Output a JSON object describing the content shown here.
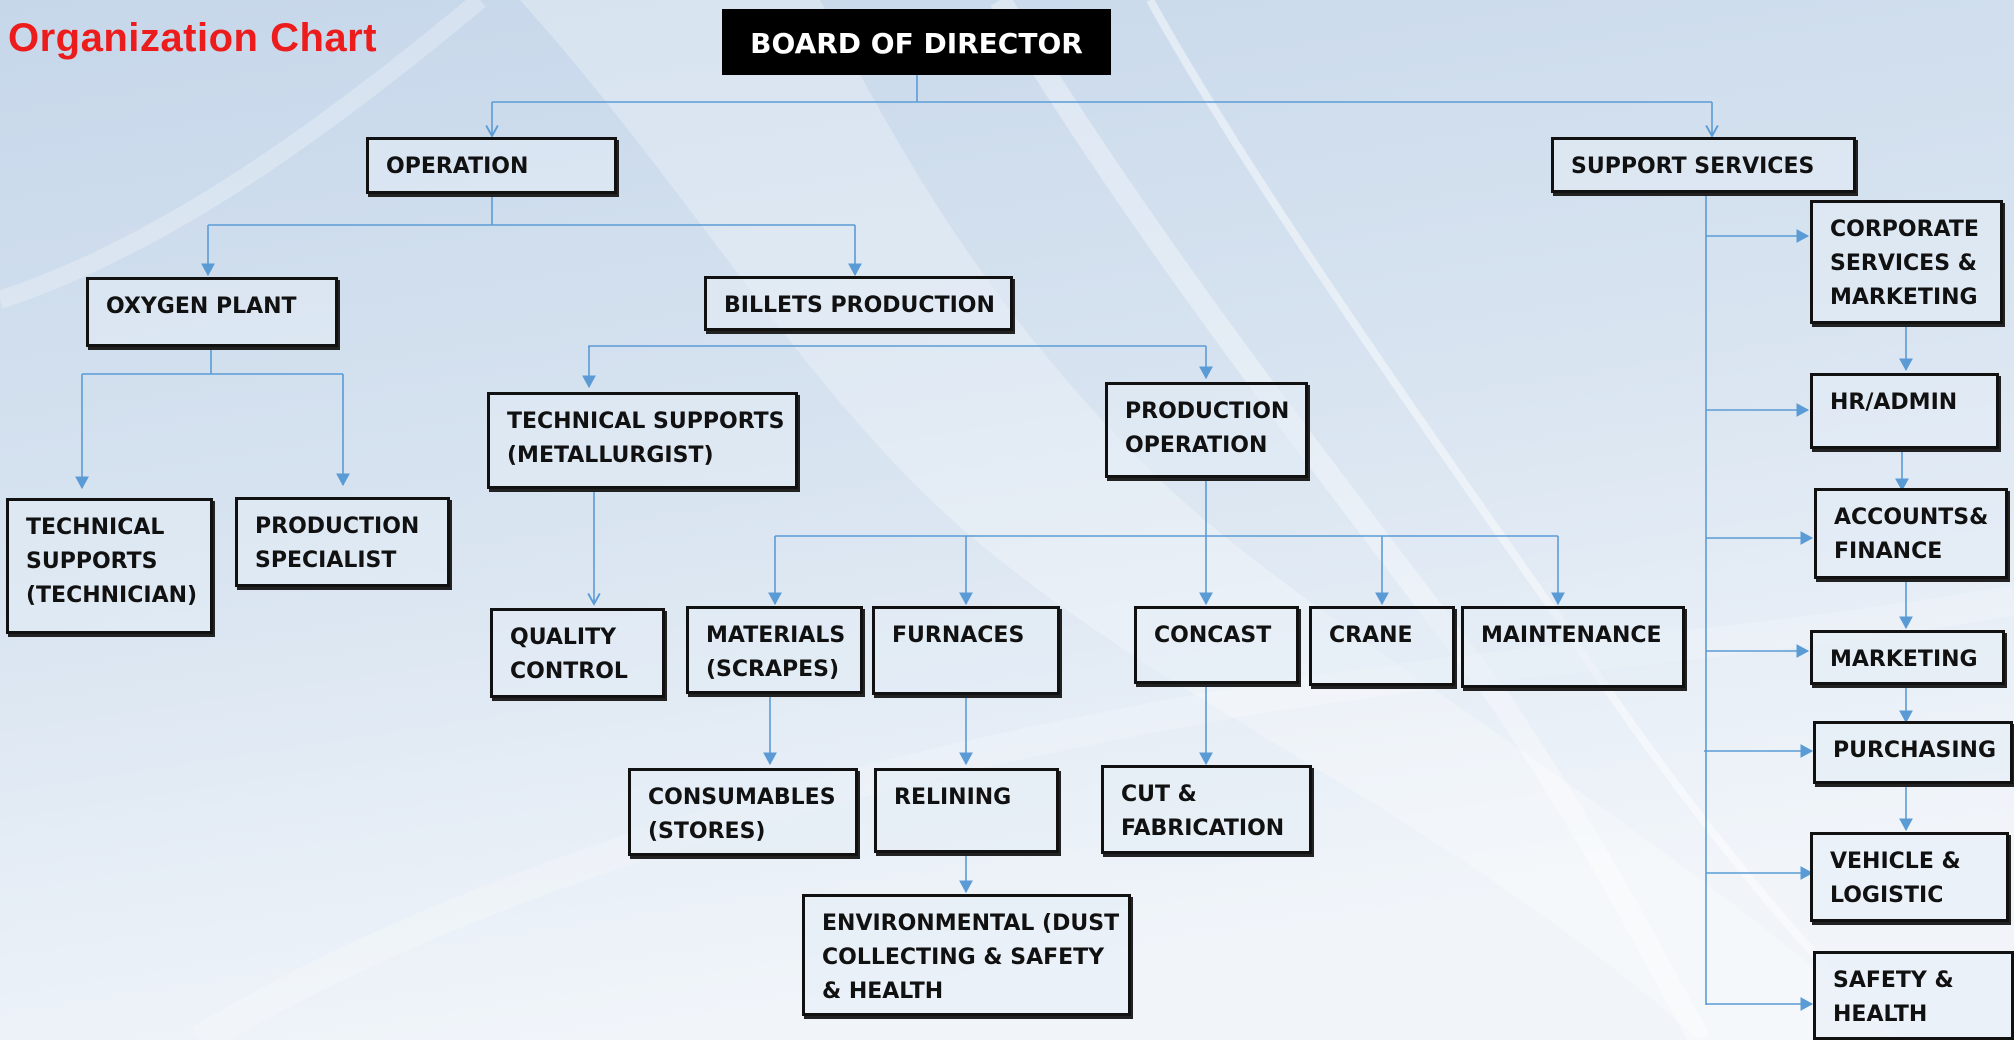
{
  "title": "Organization Chart",
  "colors": {
    "title": "#ec1c1c",
    "connector": "#5b9bd5",
    "box_border": "#111111",
    "root_fill": "#000000"
  },
  "nodes": {
    "board": "BOARD OF DIRECTOR",
    "operation": "OPERATION",
    "support": "SUPPORT SERVICES",
    "oxygen": "OXYGEN PLANT",
    "billets": "BILLETS PRODUCTION",
    "tech_technician": "TECHNICAL\nSUPPORTS\n(TECHNICIAN)",
    "prod_specialist": "PRODUCTION\nSPECIALIST",
    "tech_metallurgist": "TECHNICAL SUPPORTS\n(METALLURGIST)",
    "prod_operation": "PRODUCTION\nOPERATION",
    "quality": "QUALITY\nCONTROL",
    "materials": "MATERIALS\n(SCRAPES)",
    "furnaces": "FURNACES",
    "concast": "CONCAST",
    "crane": "CRANE",
    "maintenance": "MAINTENANCE",
    "consumables": "CONSUMABLES\n(STORES)",
    "relining": "RELINING",
    "environmental": "ENVIRONMENTAL (DUST\nCOLLECTING & SAFETY\n& HEALTH",
    "cut_fab": "CUT &\nFABRICATION",
    "corporate": "CORPORATE\nSERVICES &\nMARKETING",
    "hr_admin": "HR/ADMIN",
    "accounts": "ACCOUNTS&\nFINANCE",
    "marketing": "MARKETING",
    "purchasing": "PURCHASING",
    "vehicle": "VEHICLE &\nLOGISTIC",
    "safety": "SAFETY &\nHEALTH"
  }
}
